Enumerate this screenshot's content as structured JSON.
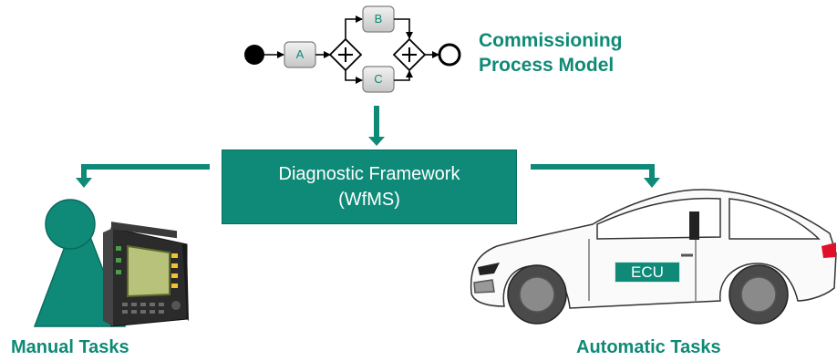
{
  "process_model": {
    "title_line1": "Commissioning",
    "title_line2": "Process Model",
    "nodes": [
      {
        "id": "A",
        "label": "A"
      },
      {
        "id": "B",
        "label": "B"
      },
      {
        "id": "C",
        "label": "C"
      }
    ]
  },
  "framework": {
    "line1": "Diagnostic Framework",
    "line2": "(WfMS)"
  },
  "manual": {
    "label": "Manual Tasks"
  },
  "automatic": {
    "label": "Automatic Tasks",
    "ecu_label": "ECU"
  },
  "colors": {
    "accent": "#0f8a78",
    "text_accent": "#0e8a76",
    "task_fill": "#d9d9d9",
    "background": "#ffffff"
  }
}
